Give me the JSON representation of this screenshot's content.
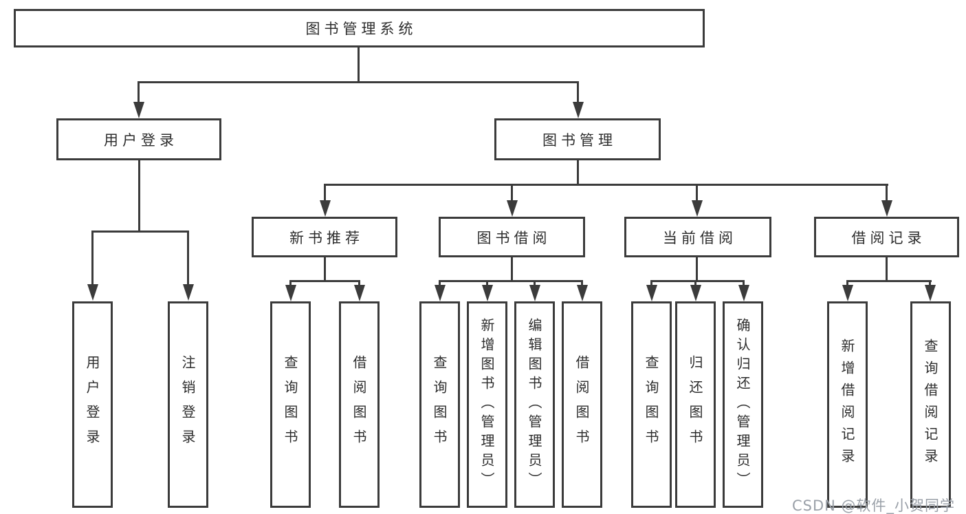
{
  "diagram": {
    "kind": "hierarchy-tree",
    "colors": {
      "line": "#3b3b3b",
      "text": "#2d2d2d",
      "background": "#ffffff",
      "watermark": "#9aa0a8"
    },
    "watermark": {
      "text": "CSDN @软件_小贺同学"
    }
  },
  "tree": {
    "label": "图书管理系统",
    "children": [
      {
        "label": "用户登录",
        "children": [
          {
            "label": "用户登录"
          },
          {
            "label": "注销登录"
          }
        ]
      },
      {
        "label": "图书管理",
        "children": [
          {
            "label": "新书推荐",
            "children": [
              {
                "label": "查询图书"
              },
              {
                "label": "借阅图书"
              }
            ]
          },
          {
            "label": "图书借阅",
            "children": [
              {
                "label": "查询图书"
              },
              {
                "label": "新增图书（管理员）"
              },
              {
                "label": "编辑图书（管理员）"
              },
              {
                "label": "借阅图书"
              }
            ]
          },
          {
            "label": "当前借阅",
            "children": [
              {
                "label": "查询图书"
              },
              {
                "label": "归还图书"
              },
              {
                "label": "确认归还（管理员）"
              }
            ]
          },
          {
            "label": "借阅记录",
            "children": [
              {
                "label": "新增借阅记录"
              },
              {
                "label": "查询借阅记录"
              }
            ]
          }
        ]
      }
    ]
  }
}
